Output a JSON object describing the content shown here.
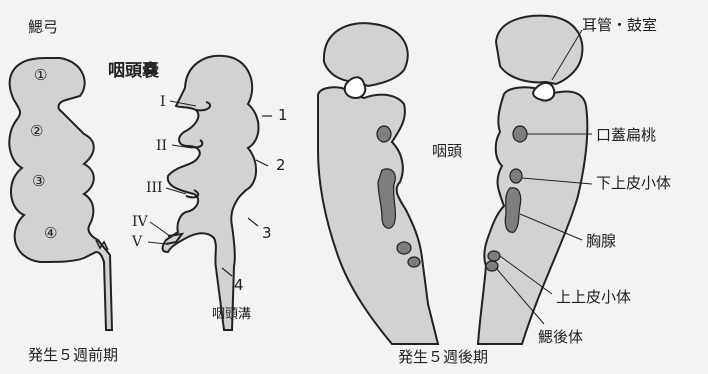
{
  "left_panel": {
    "caption": "発生５週前期",
    "arch_group_label": "鰓弓",
    "pouch_group_label": "咽頭嚢",
    "groove_group_label": "咽頭溝",
    "arch_numbers": [
      "①",
      "②",
      "③",
      "④"
    ],
    "pouch_numbers": [
      "I",
      "II",
      "III",
      "IV",
      "V"
    ],
    "groove_numbers": [
      "1",
      "2",
      "3",
      "4"
    ]
  },
  "right_panel": {
    "caption": "発生５週後期",
    "center_label": "咽頭",
    "structures": [
      "耳管・鼓室",
      "口蓋扁桃",
      "下上皮小体",
      "胸腺",
      "上上皮小体",
      "鰓後体"
    ]
  },
  "colors": {
    "tissue_fill": "#d2d2d2",
    "outline": "#222222",
    "derivative_fill": "#7e7e7e",
    "page_background": "#f3f3f3"
  }
}
